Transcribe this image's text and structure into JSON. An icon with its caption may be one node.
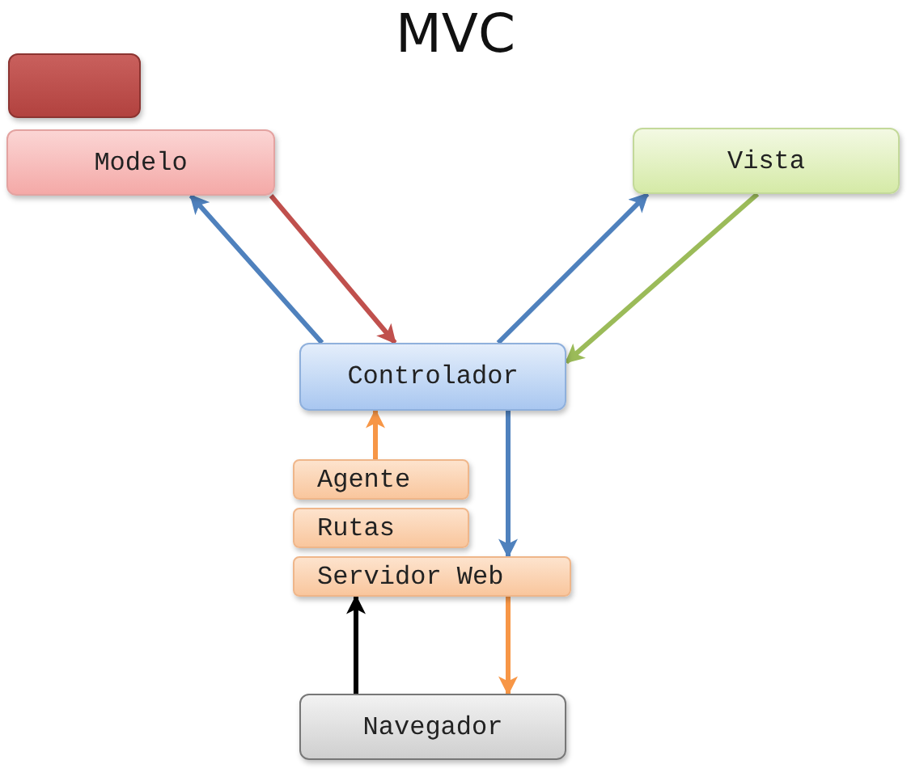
{
  "diagram": {
    "title": "MVC",
    "nodes": [
      {
        "text": [],
        "shape": "box"
      },
      {
        "text": [
          "Modelo"
        ]
      },
      {
        "text": [
          "Vista"
        ]
      },
      {
        "text": [
          "Controlador"
        ]
      },
      {
        "text": [
          "Agente"
        ]
      },
      {
        "text": [
          "Rutas"
        ]
      },
      {
        "text": [
          "Servidor Web"
        ]
      },
      {
        "text": [
          "Navegador"
        ]
      }
    ],
    "edges": [
      {
        "from": 3,
        "to": 1,
        "arrow": "to"
      },
      {
        "from": 1,
        "to": 3,
        "arrow": "to",
        "color": "#c0504d"
      },
      {
        "from": 3,
        "to": 2,
        "arrow": "to"
      },
      {
        "from": 2,
        "to": 3,
        "arrow": "to",
        "color": "#9bbb59"
      },
      {
        "from": 4,
        "to": 3,
        "arrow": "to",
        "color": "#f79646"
      },
      {
        "from": 3,
        "to": 6,
        "arrow": "to"
      },
      {
        "from": 7,
        "to": 6,
        "arrow": "to",
        "color": "#000000"
      },
      {
        "from": 6,
        "to": 7,
        "arrow": "to",
        "color": "#f79646"
      }
    ]
  }
}
